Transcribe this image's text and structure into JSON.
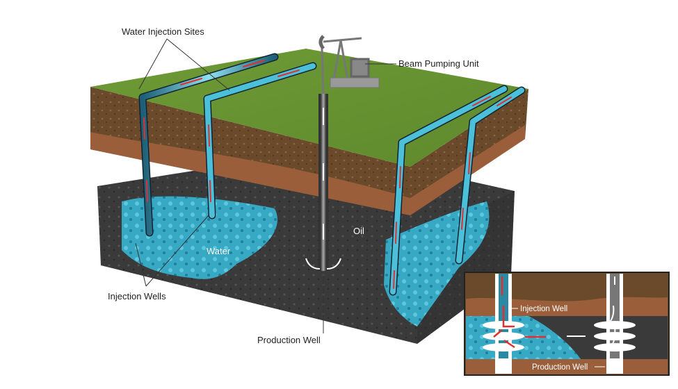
{
  "labels": {
    "water_injection_sites": "Water Injection Sites",
    "beam_pumping_unit": "Beam Pumping Unit",
    "oil": "Oil",
    "water": "Water",
    "injection_wells": "Injection Wells",
    "production_well": "Production Well"
  },
  "inset": {
    "injection_well": "Injection Well",
    "production_well": "Production Well"
  },
  "colors": {
    "grass": "#6f9a3a",
    "soil": "#6b4a2c",
    "clay": "#9a5f3a",
    "rock": "#3c3c3c",
    "water": "#3bb3cc",
    "flow_arrow": "#e03030"
  }
}
